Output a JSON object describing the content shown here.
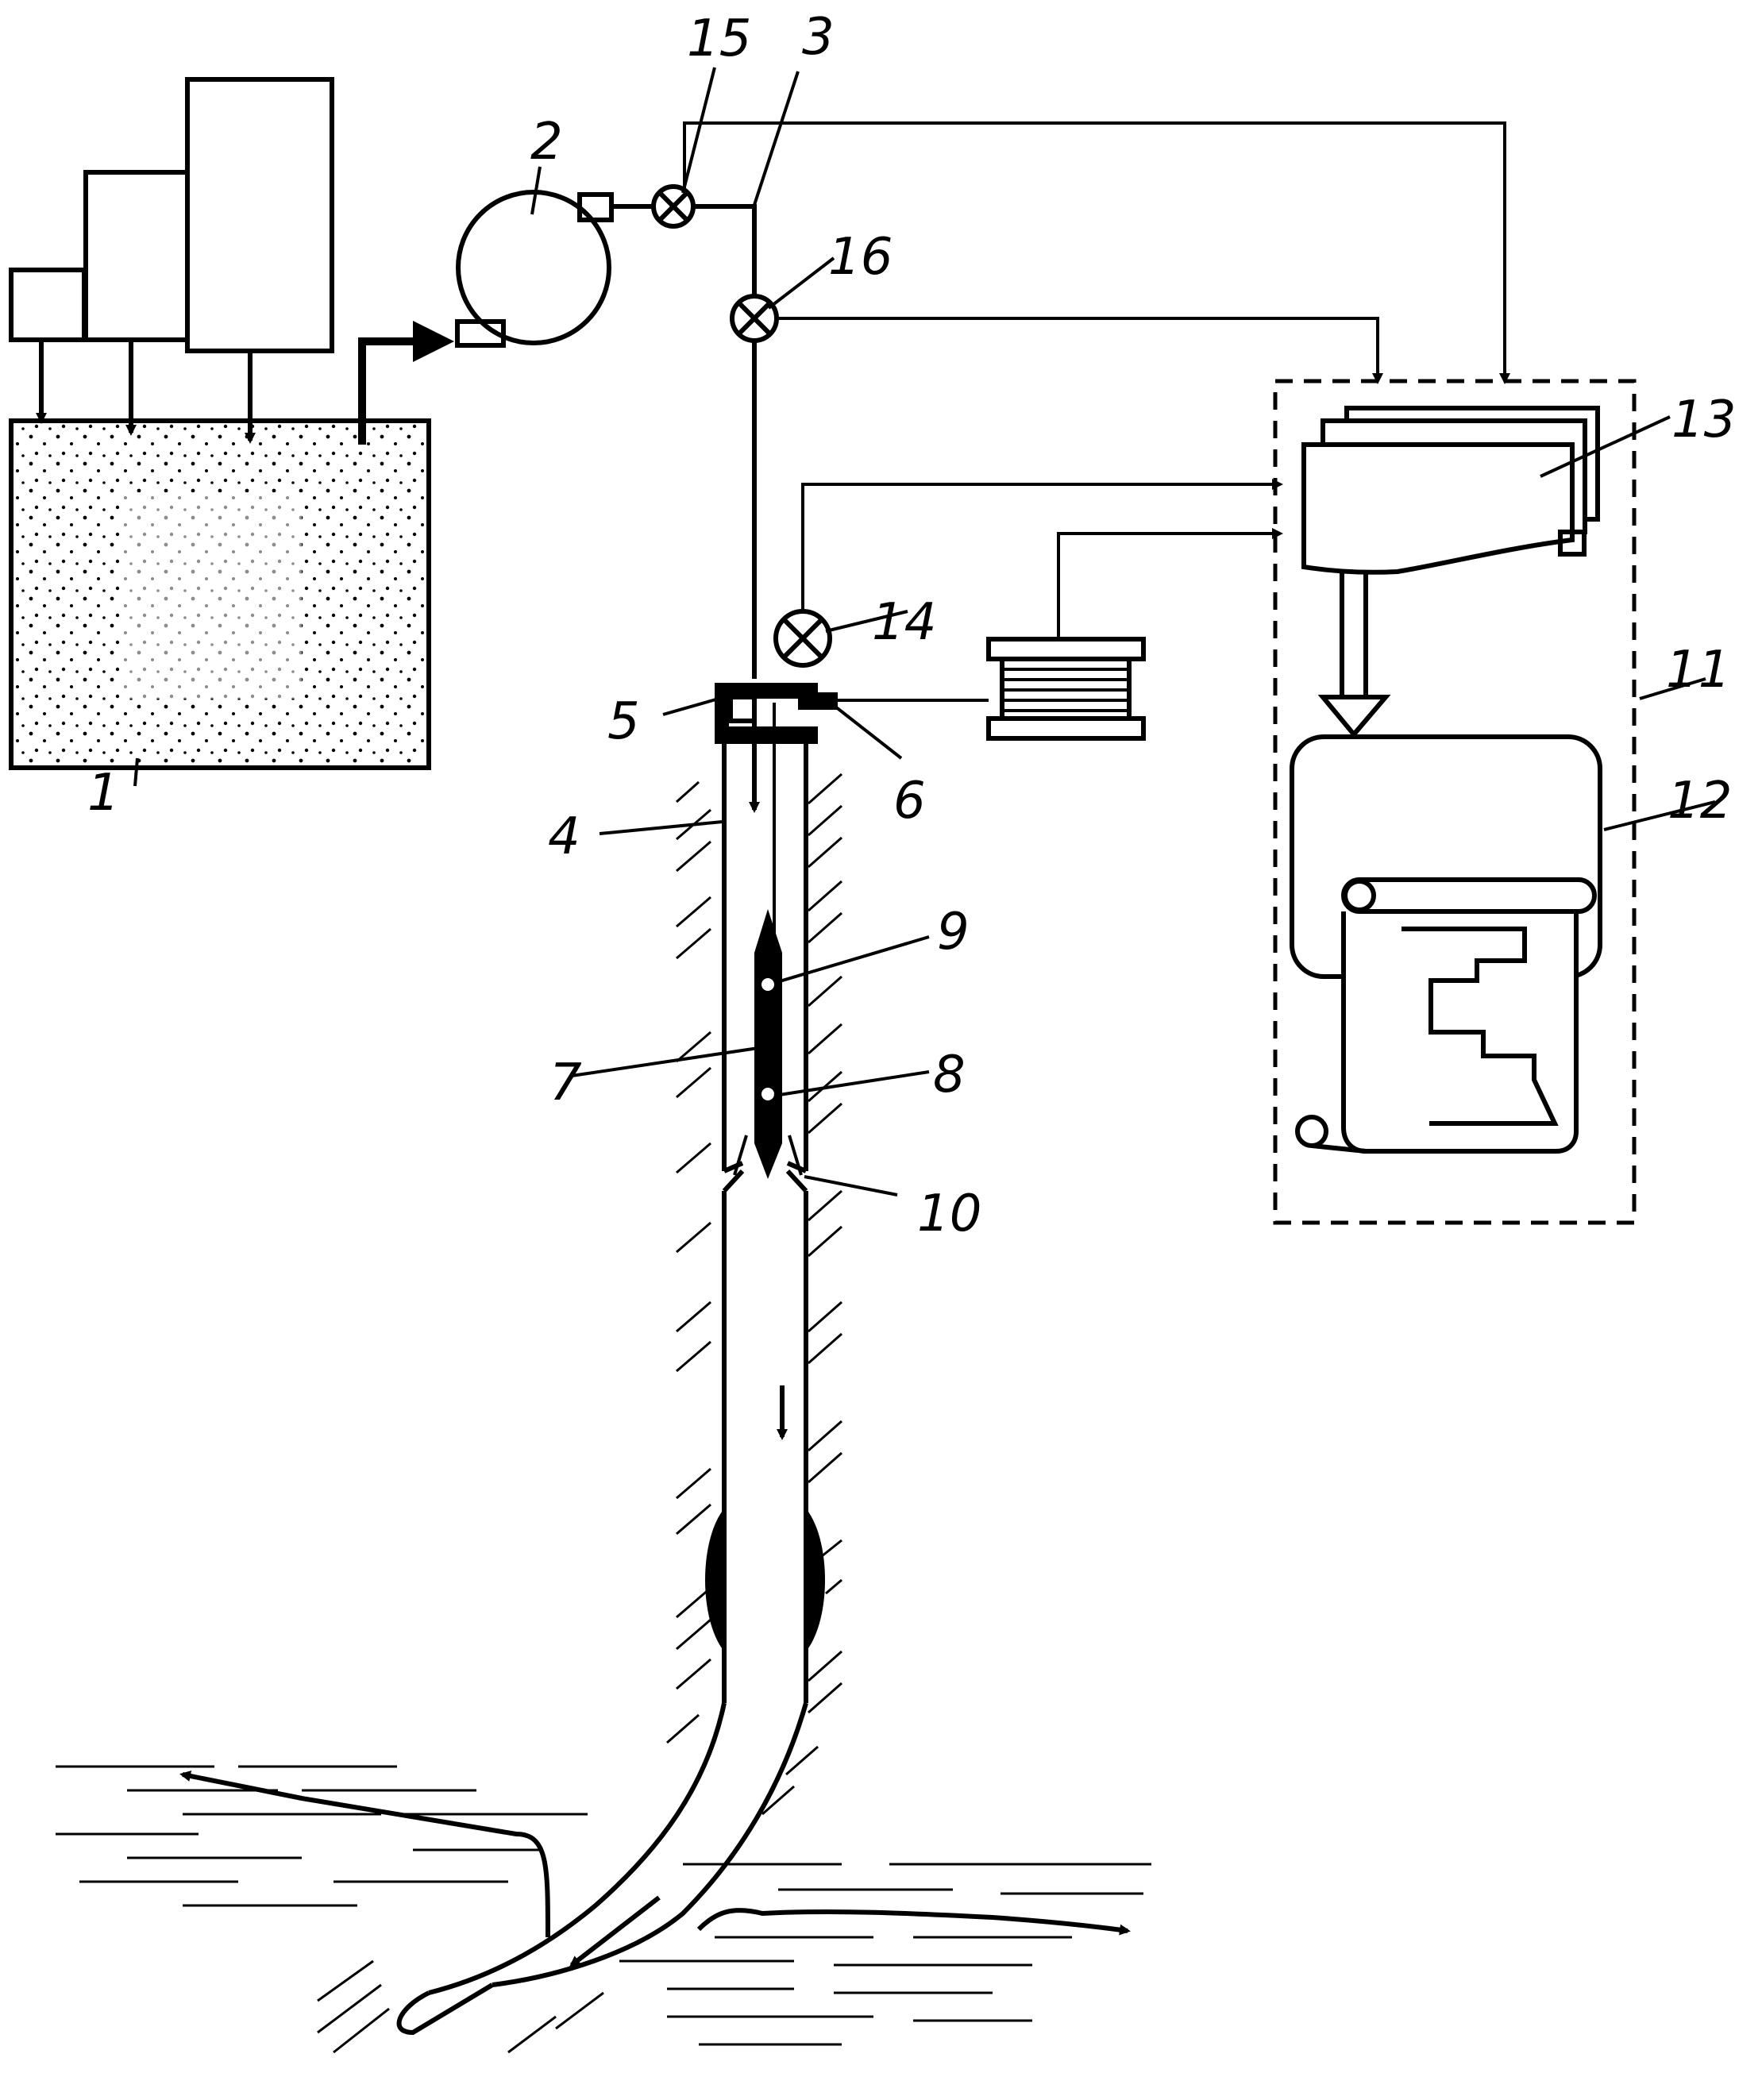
{
  "labels": {
    "n1": "1",
    "n2": "2",
    "n3": "3",
    "n4": "4",
    "n5": "5",
    "n6": "6",
    "n7": "7",
    "n8": "8",
    "n9": "9",
    "n10": "10",
    "n11": "11",
    "n12": "12",
    "n13": "13",
    "n14": "14",
    "n15": "15",
    "n16": "16"
  },
  "colors": {
    "ink": "#000000",
    "paper": "#ffffff"
  }
}
